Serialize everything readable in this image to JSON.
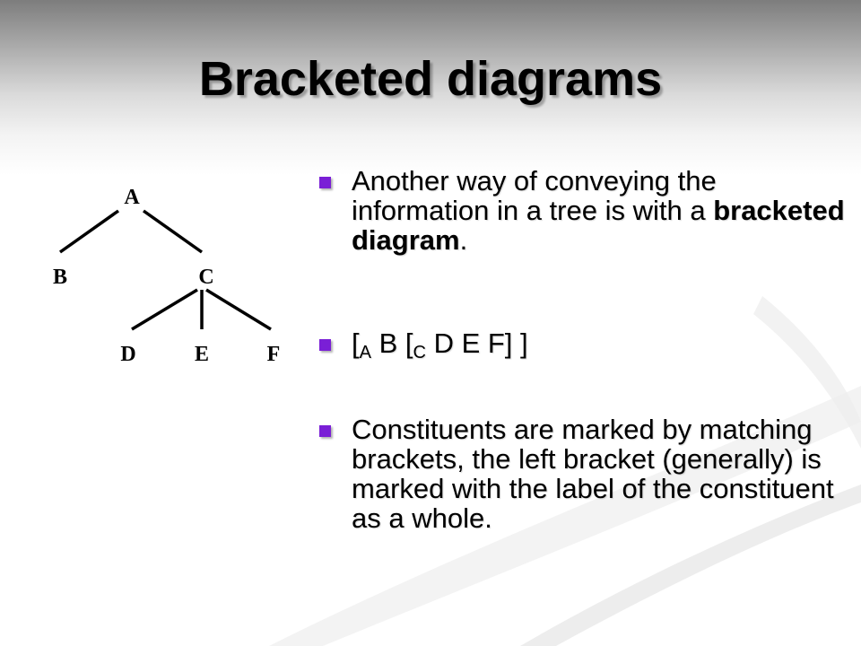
{
  "slide": {
    "title": "Bracketed diagrams"
  },
  "tree": {
    "nodes": {
      "a": "A",
      "b": "B",
      "c": "C",
      "d": "D",
      "e": "E",
      "f": "F"
    }
  },
  "bullets": {
    "item1": {
      "text_before": "Another way of conveying the information in a tree is with a ",
      "bold_text": "bracketed diagram",
      "text_after": "."
    },
    "item2": {
      "open_a": "[",
      "label_a": "A",
      "b_part": " B ",
      "open_c": "[",
      "label_c": "C",
      "rest": " D E F] ]"
    },
    "item3": {
      "text": "Constituents are marked by matching brackets, the left bracket (generally) is marked with the label of the constituent as a whole."
    }
  },
  "colors": {
    "bullet": "#7a1fd6"
  }
}
